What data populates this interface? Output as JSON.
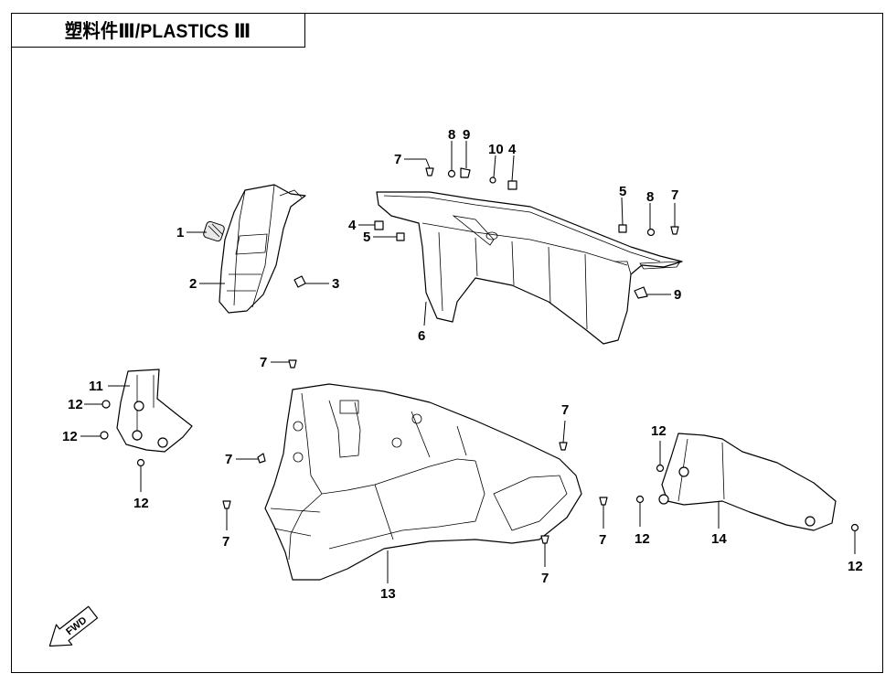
{
  "header": {
    "title": "塑料件Ⅲ/PLASTICS Ⅲ"
  },
  "callouts": [
    "1",
    "2",
    "3",
    "4",
    "5",
    "6",
    "7",
    "8",
    "9",
    "10",
    "11",
    "12",
    "13",
    "14"
  ],
  "fwd_label": "FWD"
}
